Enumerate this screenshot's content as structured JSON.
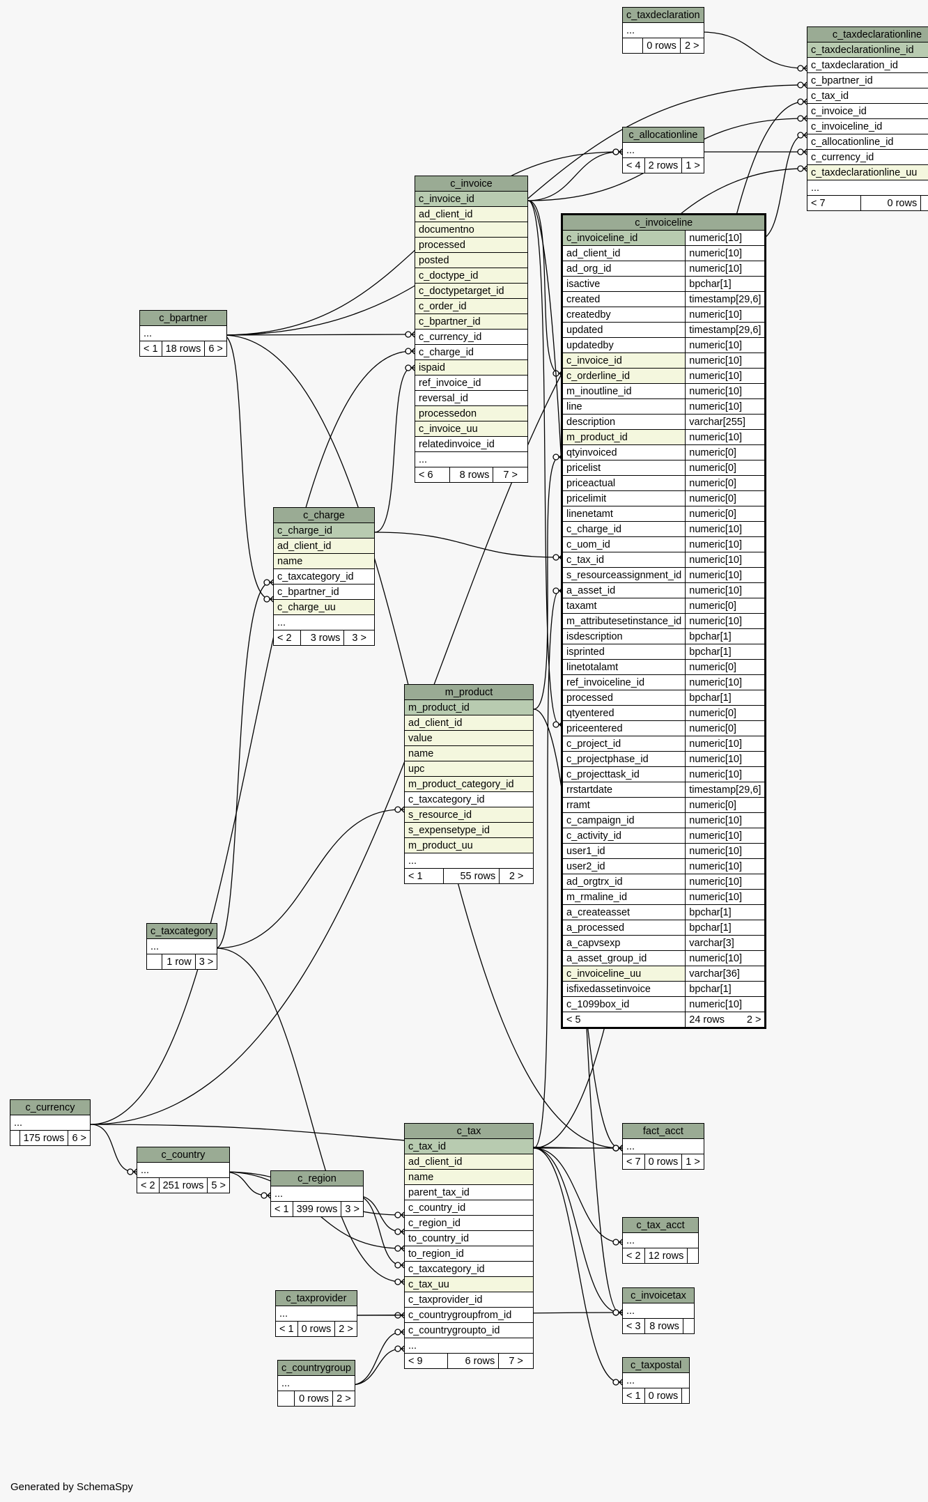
{
  "footer": "Generated by SchemaSpy",
  "tables": {
    "c_taxdeclaration": {
      "name": "c_taxdeclaration",
      "cols": [],
      "footer": [
        "",
        "0 rows",
        "2 >"
      ]
    },
    "c_taxdeclarationline": {
      "name": "c_taxdeclarationline",
      "cols": [
        {
          "n": "c_taxdeclarationline_id",
          "k": "pk"
        },
        {
          "n": "c_taxdeclaration_id"
        },
        {
          "n": "c_bpartner_id"
        },
        {
          "n": "c_tax_id"
        },
        {
          "n": "c_invoice_id"
        },
        {
          "n": "c_invoiceline_id"
        },
        {
          "n": "c_allocationline_id"
        },
        {
          "n": "c_currency_id"
        },
        {
          "n": "c_taxdeclarationline_uu",
          "k": "idx"
        }
      ],
      "footer": [
        "< 7",
        "0 rows",
        ""
      ]
    },
    "c_allocationline": {
      "name": "c_allocationline",
      "cols": [],
      "footer": [
        "< 4",
        "2 rows",
        "1 >"
      ]
    },
    "c_invoice": {
      "name": "c_invoice",
      "cols": [
        {
          "n": "c_invoice_id",
          "k": "pk"
        },
        {
          "n": "ad_client_id",
          "k": "idx"
        },
        {
          "n": "documentno",
          "k": "idx"
        },
        {
          "n": "processed",
          "k": "idx"
        },
        {
          "n": "posted",
          "k": "idx"
        },
        {
          "n": "c_doctype_id",
          "k": "idx"
        },
        {
          "n": "c_doctypetarget_id",
          "k": "idx"
        },
        {
          "n": "c_order_id",
          "k": "idx"
        },
        {
          "n": "c_bpartner_id",
          "k": "idx"
        },
        {
          "n": "c_currency_id"
        },
        {
          "n": "c_charge_id"
        },
        {
          "n": "ispaid",
          "k": "idx"
        },
        {
          "n": "ref_invoice_id"
        },
        {
          "n": "reversal_id"
        },
        {
          "n": "processedon",
          "k": "idx"
        },
        {
          "n": "c_invoice_uu",
          "k": "idx"
        },
        {
          "n": "relatedinvoice_id"
        }
      ],
      "footer": [
        "< 6",
        "8 rows",
        "7 >"
      ]
    },
    "c_invoiceline": {
      "name": "c_invoiceline",
      "cols": [
        {
          "n": "c_invoiceline_id",
          "t": "numeric[10]",
          "k": "pk"
        },
        {
          "n": "ad_client_id",
          "t": "numeric[10]"
        },
        {
          "n": "ad_org_id",
          "t": "numeric[10]"
        },
        {
          "n": "isactive",
          "t": "bpchar[1]"
        },
        {
          "n": "created",
          "t": "timestamp[29,6]"
        },
        {
          "n": "createdby",
          "t": "numeric[10]"
        },
        {
          "n": "updated",
          "t": "timestamp[29,6]"
        },
        {
          "n": "updatedby",
          "t": "numeric[10]"
        },
        {
          "n": "c_invoice_id",
          "t": "numeric[10]",
          "k": "idx"
        },
        {
          "n": "c_orderline_id",
          "t": "numeric[10]",
          "k": "idx"
        },
        {
          "n": "m_inoutline_id",
          "t": "numeric[10]"
        },
        {
          "n": "line",
          "t": "numeric[10]"
        },
        {
          "n": "description",
          "t": "varchar[255]"
        },
        {
          "n": "m_product_id",
          "t": "numeric[10]",
          "k": "idx"
        },
        {
          "n": "qtyinvoiced",
          "t": "numeric[0]"
        },
        {
          "n": "pricelist",
          "t": "numeric[0]"
        },
        {
          "n": "priceactual",
          "t": "numeric[0]"
        },
        {
          "n": "pricelimit",
          "t": "numeric[0]"
        },
        {
          "n": "linenetamt",
          "t": "numeric[0]"
        },
        {
          "n": "c_charge_id",
          "t": "numeric[10]"
        },
        {
          "n": "c_uom_id",
          "t": "numeric[10]"
        },
        {
          "n": "c_tax_id",
          "t": "numeric[10]"
        },
        {
          "n": "s_resourceassignment_id",
          "t": "numeric[10]"
        },
        {
          "n": "a_asset_id",
          "t": "numeric[10]"
        },
        {
          "n": "taxamt",
          "t": "numeric[0]"
        },
        {
          "n": "m_attributesetinstance_id",
          "t": "numeric[10]"
        },
        {
          "n": "isdescription",
          "t": "bpchar[1]"
        },
        {
          "n": "isprinted",
          "t": "bpchar[1]"
        },
        {
          "n": "linetotalamt",
          "t": "numeric[0]"
        },
        {
          "n": "ref_invoiceline_id",
          "t": "numeric[10]"
        },
        {
          "n": "processed",
          "t": "bpchar[1]"
        },
        {
          "n": "qtyentered",
          "t": "numeric[0]"
        },
        {
          "n": "priceentered",
          "t": "numeric[0]"
        },
        {
          "n": "c_project_id",
          "t": "numeric[10]"
        },
        {
          "n": "c_projectphase_id",
          "t": "numeric[10]"
        },
        {
          "n": "c_projecttask_id",
          "t": "numeric[10]"
        },
        {
          "n": "rrstartdate",
          "t": "timestamp[29,6]"
        },
        {
          "n": "rramt",
          "t": "numeric[0]"
        },
        {
          "n": "c_campaign_id",
          "t": "numeric[10]"
        },
        {
          "n": "c_activity_id",
          "t": "numeric[10]"
        },
        {
          "n": "user1_id",
          "t": "numeric[10]"
        },
        {
          "n": "user2_id",
          "t": "numeric[10]"
        },
        {
          "n": "ad_orgtrx_id",
          "t": "numeric[10]"
        },
        {
          "n": "m_rmaline_id",
          "t": "numeric[10]"
        },
        {
          "n": "a_createasset",
          "t": "bpchar[1]"
        },
        {
          "n": "a_processed",
          "t": "bpchar[1]"
        },
        {
          "n": "a_capvsexp",
          "t": "varchar[3]"
        },
        {
          "n": "a_asset_group_id",
          "t": "numeric[10]"
        },
        {
          "n": "c_invoiceline_uu",
          "t": "varchar[36]",
          "k": "idx"
        },
        {
          "n": "isfixedassetinvoice",
          "t": "bpchar[1]"
        },
        {
          "n": "c_1099box_id",
          "t": "numeric[10]"
        }
      ],
      "footer": [
        "< 5",
        "24 rows",
        "2 >"
      ]
    },
    "c_bpartner": {
      "name": "c_bpartner",
      "cols": [],
      "footer": [
        "< 1",
        "18 rows",
        "6 >"
      ]
    },
    "c_charge": {
      "name": "c_charge",
      "cols": [
        {
          "n": "c_charge_id",
          "k": "pk"
        },
        {
          "n": "ad_client_id",
          "k": "idx"
        },
        {
          "n": "name",
          "k": "idx"
        },
        {
          "n": "c_taxcategory_id"
        },
        {
          "n": "c_bpartner_id"
        },
        {
          "n": "c_charge_uu",
          "k": "idx"
        }
      ],
      "footer": [
        "< 2",
        "3 rows",
        "3 >"
      ]
    },
    "m_product": {
      "name": "m_product",
      "cols": [
        {
          "n": "m_product_id",
          "k": "pk"
        },
        {
          "n": "ad_client_id",
          "k": "idx"
        },
        {
          "n": "value",
          "k": "idx"
        },
        {
          "n": "name",
          "k": "idx"
        },
        {
          "n": "upc",
          "k": "idx"
        },
        {
          "n": "m_product_category_id",
          "k": "idx"
        },
        {
          "n": "c_taxcategory_id"
        },
        {
          "n": "s_resource_id",
          "k": "idx"
        },
        {
          "n": "s_expensetype_id",
          "k": "idx"
        },
        {
          "n": "m_product_uu",
          "k": "idx"
        }
      ],
      "footer": [
        "< 1",
        "55 rows",
        "2 >"
      ]
    },
    "c_taxcategory": {
      "name": "c_taxcategory",
      "cols": [],
      "footer": [
        "",
        "1 row",
        "3 >"
      ]
    },
    "c_currency": {
      "name": "c_currency",
      "cols": [],
      "footer": [
        "",
        "175 rows",
        "6 >"
      ]
    },
    "c_country": {
      "name": "c_country",
      "cols": [],
      "footer": [
        "< 2",
        "251 rows",
        "5 >"
      ]
    },
    "c_region": {
      "name": "c_region",
      "cols": [],
      "footer": [
        "< 1",
        "399 rows",
        "3 >"
      ]
    },
    "c_tax": {
      "name": "c_tax",
      "cols": [
        {
          "n": "c_tax_id",
          "k": "pk"
        },
        {
          "n": "ad_client_id",
          "k": "idx"
        },
        {
          "n": "name",
          "k": "idx"
        },
        {
          "n": "parent_tax_id"
        },
        {
          "n": "c_country_id"
        },
        {
          "n": "c_region_id"
        },
        {
          "n": "to_country_id"
        },
        {
          "n": "to_region_id"
        },
        {
          "n": "c_taxcategory_id"
        },
        {
          "n": "c_tax_uu",
          "k": "idx"
        },
        {
          "n": "c_taxprovider_id"
        },
        {
          "n": "c_countrygroupfrom_id"
        },
        {
          "n": "c_countrygroupto_id"
        }
      ],
      "footer": [
        "< 9",
        "6 rows",
        "7 >"
      ]
    },
    "c_taxprovider": {
      "name": "c_taxprovider",
      "cols": [],
      "footer": [
        "< 1",
        "0 rows",
        "2 >"
      ]
    },
    "c_countrygroup": {
      "name": "c_countrygroup",
      "cols": [],
      "footer": [
        "",
        "0 rows",
        "2 >"
      ]
    },
    "fact_acct": {
      "name": "fact_acct",
      "cols": [],
      "footer": [
        "< 7",
        "0 rows",
        "1 >"
      ]
    },
    "c_tax_acct": {
      "name": "c_tax_acct",
      "cols": [],
      "footer": [
        "< 2",
        "12 rows",
        ""
      ]
    },
    "c_invoicetax": {
      "name": "c_invoicetax",
      "cols": [],
      "footer": [
        "< 3",
        "8 rows",
        ""
      ]
    },
    "c_taxpostal": {
      "name": "c_taxpostal",
      "cols": [],
      "footer": [
        "< 1",
        "0 rows",
        ""
      ]
    }
  }
}
